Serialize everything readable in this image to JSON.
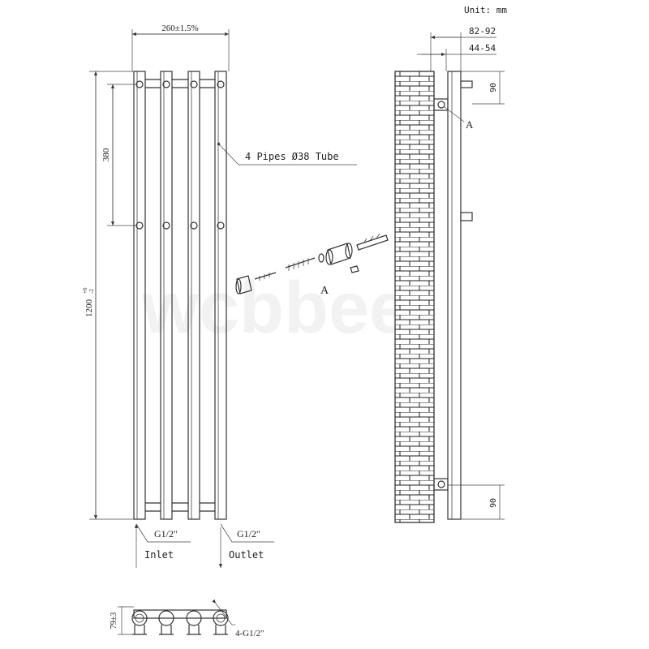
{
  "units_label": "Unit: mm",
  "watermark": "wcbbee",
  "front_view": {
    "width_dim": "260±1.5%",
    "height_dim_main": "1200",
    "height_dim_tol_upper": "+6",
    "height_dim_tol_lower": "-2",
    "bracket_spacing": "380",
    "pipe_callout": "4 Pipes Ø38 Tube",
    "inlet_thread": "G1/2″",
    "outlet_thread": "G1/2″",
    "inlet_label": "Inlet",
    "outlet_label": "Outlet"
  },
  "side_view": {
    "depth_outer": "82-92",
    "depth_inner": "44-54",
    "top_offset": "90",
    "bottom_offset": "90",
    "detail_ref": "A"
  },
  "fixing_kit": {
    "label": "A"
  },
  "bottom_view": {
    "height_dim": "79±3",
    "connections": "4-G1/2″"
  },
  "colors": {
    "line": "#333333",
    "brick_fill": "#ffffff",
    "watermark": "#f2f2f2"
  }
}
